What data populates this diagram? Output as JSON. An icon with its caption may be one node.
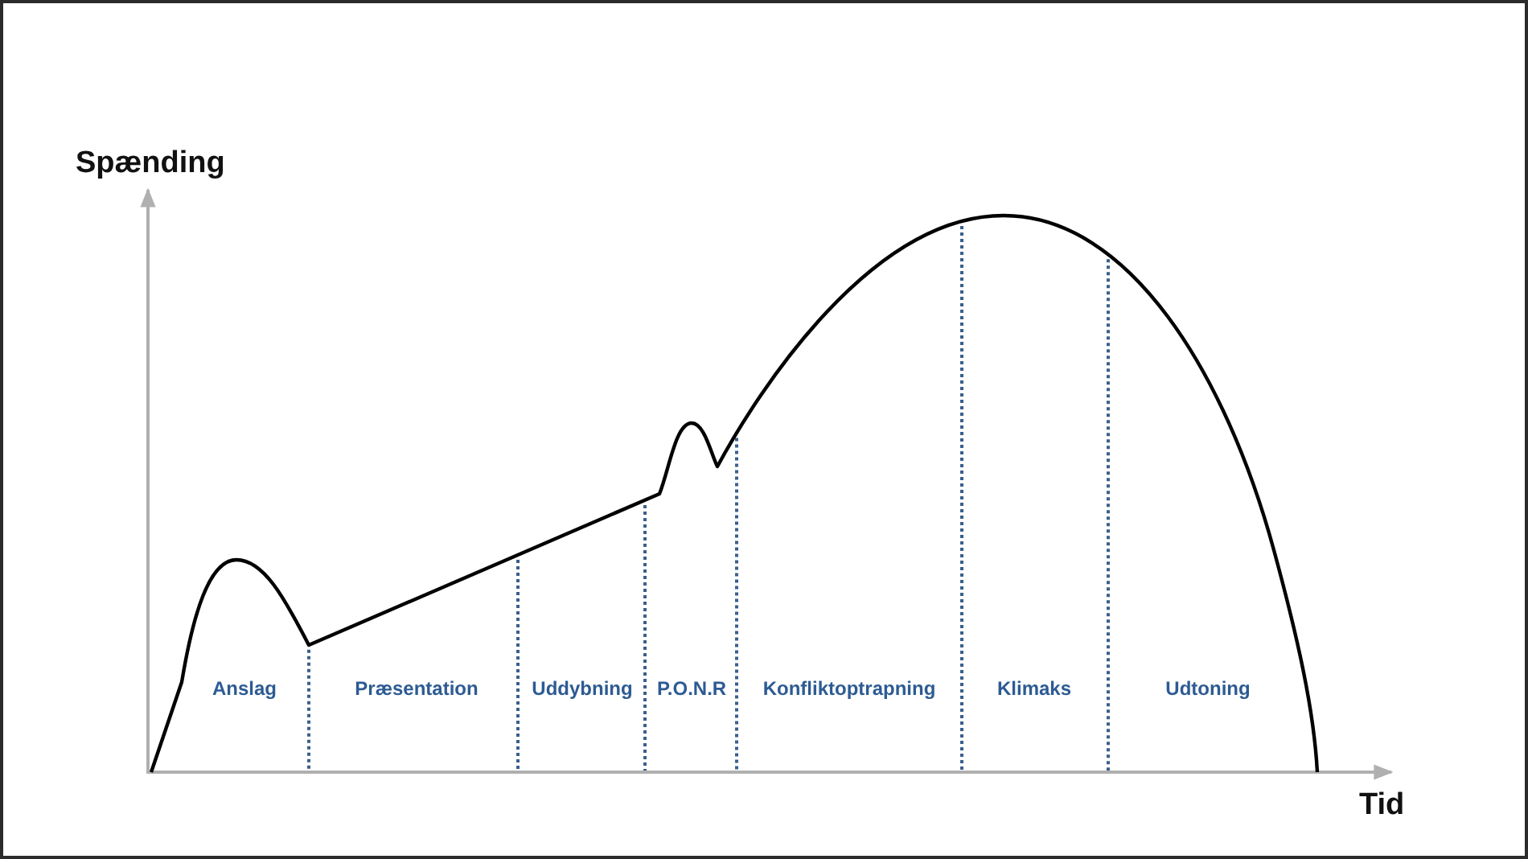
{
  "diagram": {
    "labels": [
      "Spænding",
      "Anslag",
      "Præsentation",
      "Uddybning",
      "P.O.N.R",
      "Konfliktoptrapning",
      "Klimaks",
      "Udtoning",
      "Tid"
    ]
  }
}
